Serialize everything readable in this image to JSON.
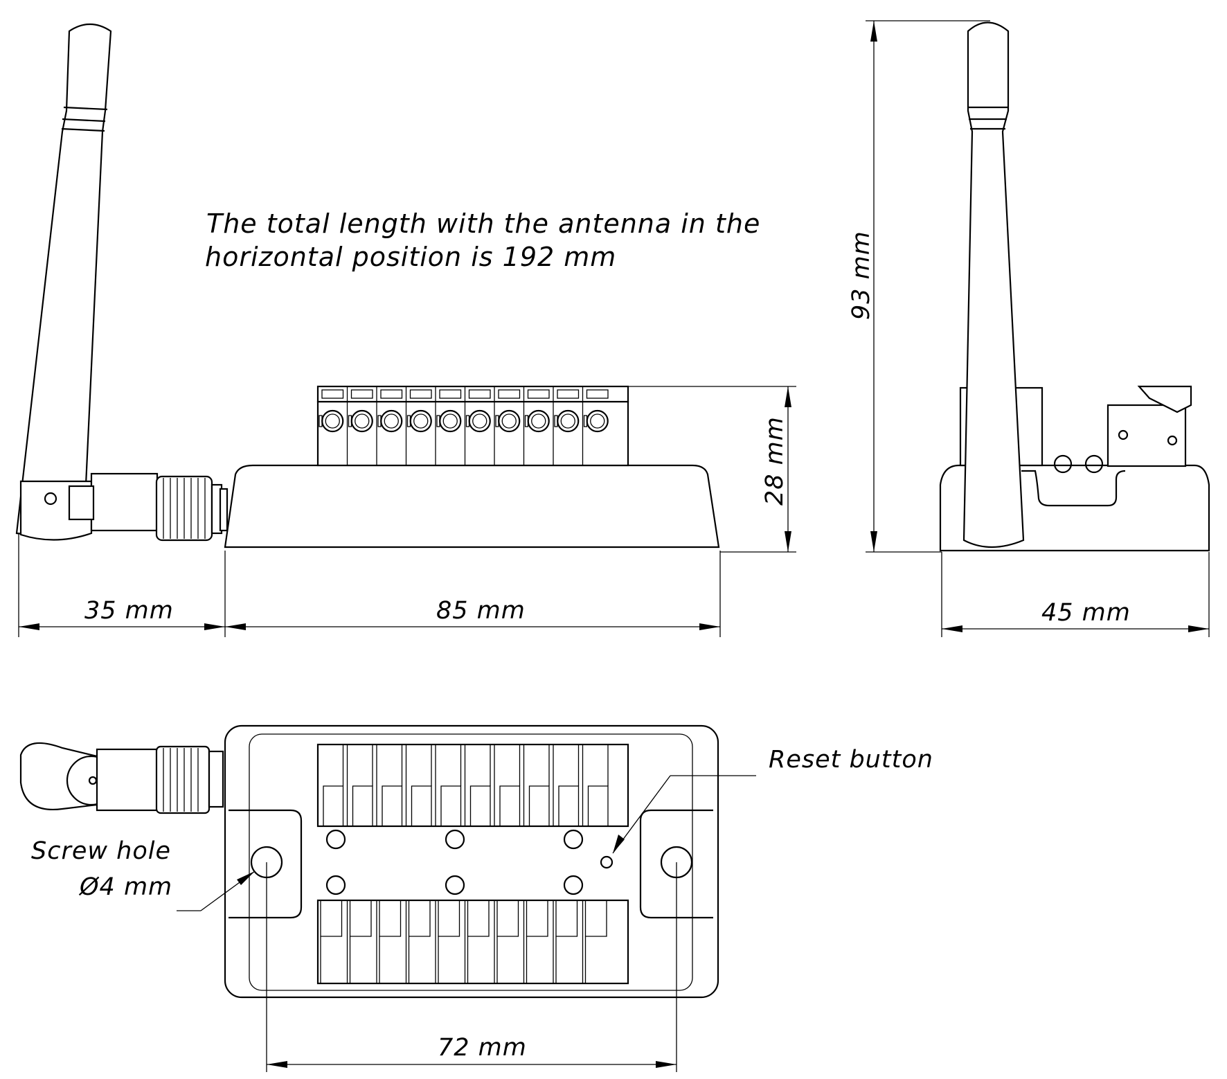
{
  "note": {
    "line1": "The total length with the antenna in the",
    "line2": "horizontal position is 192 mm"
  },
  "dimensions": {
    "antenna_length": "35 mm",
    "body_length": "85 mm",
    "terminal_height": "28 mm",
    "total_height": "93 mm",
    "width": "45 mm",
    "hole_spacing": "72 mm"
  },
  "callouts": {
    "reset": "Reset button",
    "screw_line1": "Screw hole",
    "screw_line2": "Ø4 mm"
  }
}
